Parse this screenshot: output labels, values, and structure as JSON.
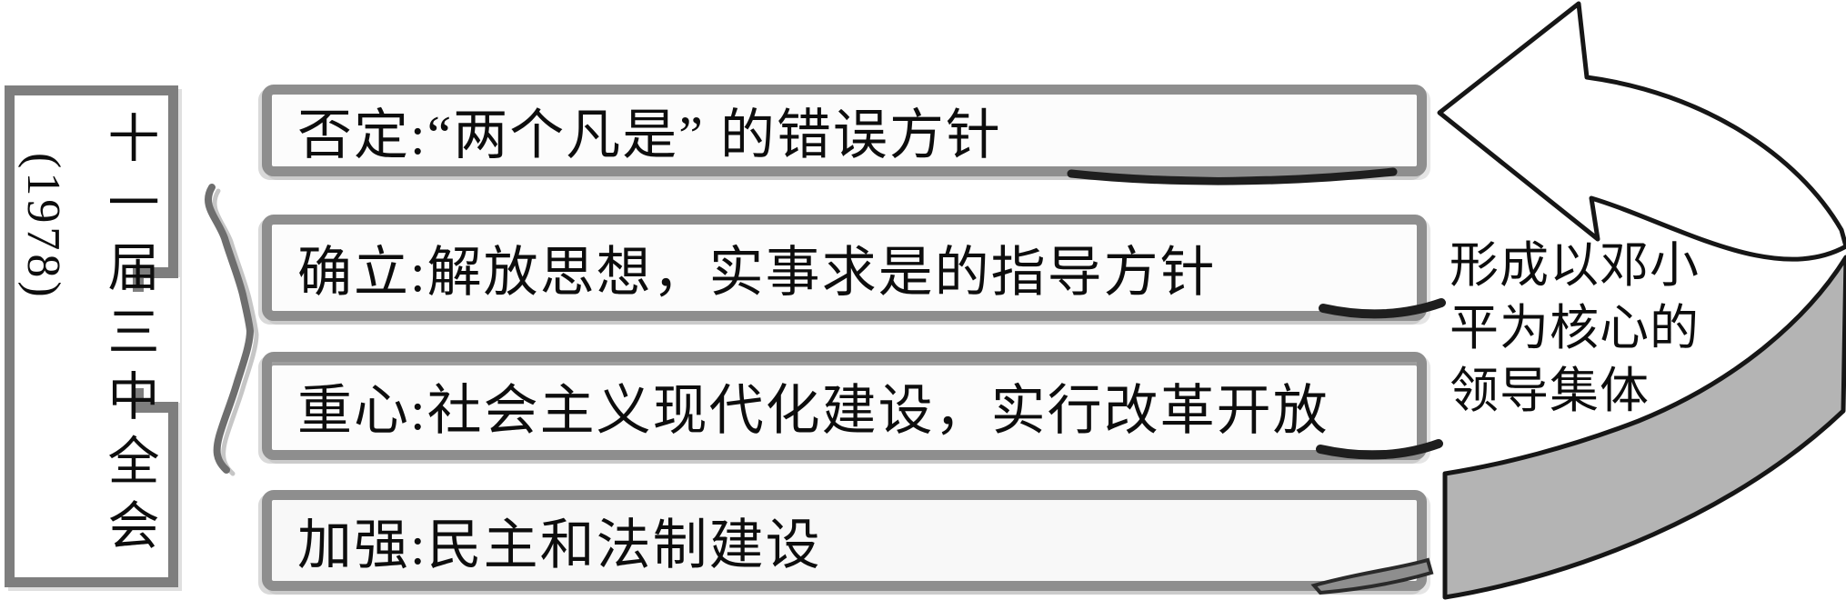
{
  "title_box": {
    "name": "十一届三中全会",
    "year": "(1978)"
  },
  "decisions": [
    {
      "label": "否定:“两个凡是” 的错误方针"
    },
    {
      "label": "确立:解放思想，实事求是的指导方针"
    },
    {
      "label": "重心:社会主义现代化建设，实行改革开放"
    },
    {
      "label": "加强:民主和法制建设"
    }
  ],
  "outcome": {
    "full_text": "形成以邓小平为核心的领导集体",
    "lines": [
      "形成以邓小",
      "平为核心的",
      "领导集体"
    ]
  },
  "colors": {
    "box_border_gray": "#8e8e8e",
    "left_box_border_gray": "#7e7e7e",
    "ribbon_gray": "#b4b4b4",
    "ink_black": "#161616"
  }
}
